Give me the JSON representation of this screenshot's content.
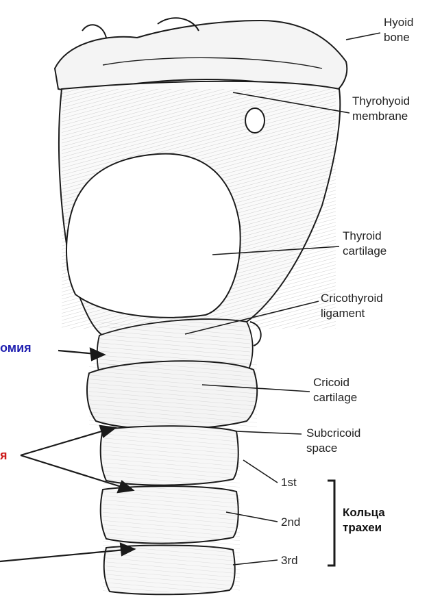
{
  "labels": {
    "hyoid": [
      "Hyoid",
      "bone"
    ],
    "thyrohyoid": [
      "Thyrohyoid",
      "membrane"
    ],
    "thyroid": [
      "Thyroid",
      "cartilage"
    ],
    "cricothyroid": [
      "Cricothyroid",
      "ligament"
    ],
    "cricoid": [
      "Cricoid",
      "cartilage"
    ],
    "subcricoid": [
      "Subcricoid",
      "space"
    ],
    "ring1": "1st",
    "ring2": "2nd",
    "ring3": "3rd",
    "rings_caption": [
      "Кольца",
      "трахеи"
    ],
    "left_blue": "омия",
    "left_red": "я"
  },
  "colors": {
    "blue": "#1f1fb0",
    "red": "#cc1a1a",
    "ink": "#1a1a1a"
  }
}
